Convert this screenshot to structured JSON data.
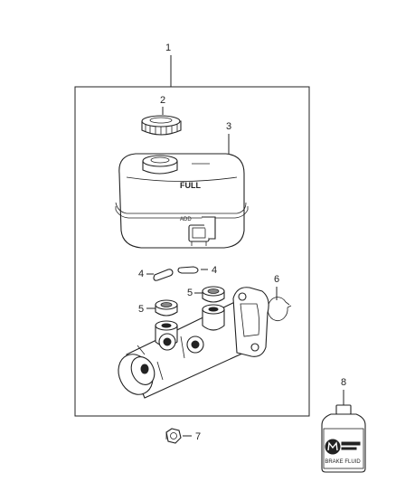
{
  "callouts": {
    "c1": "1",
    "c2": "2",
    "c3": "3",
    "c4a": "4",
    "c4b": "4",
    "c5a": "5",
    "c5b": "5",
    "c6": "6",
    "c7": "7",
    "c8": "8"
  },
  "reservoir": {
    "full_mark": "FULL",
    "add_mark": "ADD"
  },
  "bottle": {
    "label": "BRAKE FLUID"
  },
  "colors": {
    "stroke": "#222222",
    "background": "#ffffff"
  }
}
